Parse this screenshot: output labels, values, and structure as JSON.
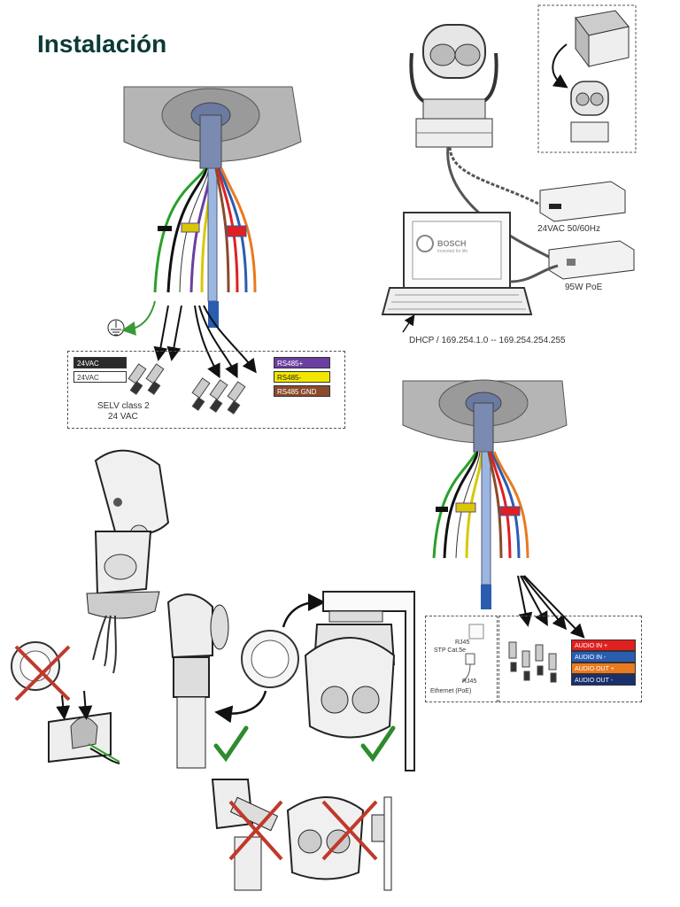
{
  "page": {
    "title": "Instalación"
  },
  "power_section": {
    "ac_supply_label": "24VAC 50/60Hz",
    "poe_label": "95W PoE",
    "dhcp_label": "DHCP / 169.254.1.0 -- 169.254.254.255",
    "laptop_brand": "BOSCH",
    "laptop_tagline": "Invented for life"
  },
  "wiring_top": {
    "power_tags": [
      "24VAC",
      "24VAC"
    ],
    "selv_label_line1": "SELV class 2",
    "selv_label_line2": "24 VAC",
    "rs485_tags": [
      "RS485+",
      "RS485-",
      "RS485 GND"
    ]
  },
  "wiring_bottom": {
    "rj45_stp_line1": "RJ45",
    "rj45_stp_line2": "STP Cat.5e",
    "rj45_eth_line1": "RJ45",
    "rj45_eth_line2": "Ethernet (PoE)",
    "audio_tags": [
      "AUDIO IN +",
      "AUDIO IN -",
      "AUDIO OUT +",
      "AUDIO OUT -"
    ]
  },
  "colors": {
    "title": "#0b3a36",
    "check": "#2e8b2e",
    "cross": "#c0392b",
    "rs485_plus": "#6a3fa0",
    "rs485_minus": "#f2e600",
    "rs485_gnd": "#8b4a2b",
    "audio_in_plus": "#e02020",
    "audio_in_minus": "#2a5db0",
    "audio_out_plus": "#e87a20",
    "audio_out_minus": "#1a2f6e"
  }
}
